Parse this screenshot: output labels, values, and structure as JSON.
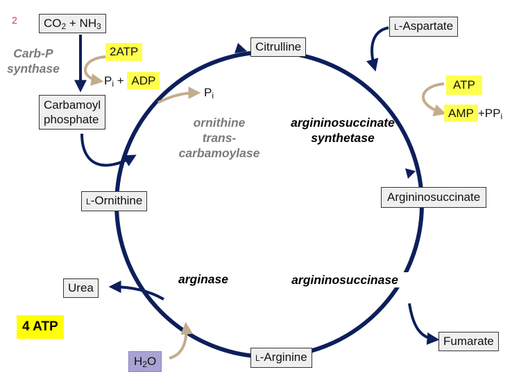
{
  "slide_number": "2",
  "metabolites": {
    "co2_nh3": {
      "co2": "CO",
      "co2_sub": "2",
      "plus": " + NH",
      "nh3_sub": "3"
    },
    "carbamoyl_phosphate": {
      "line1": "Carbamoyl",
      "line2": "phosphate"
    },
    "citrulline": "Citrulline",
    "l_aspartate": {
      "prefix": "L",
      "name": "-Aspartate"
    },
    "argininosuccinate": "Argininosuccinate",
    "fumarate": "Fumarate",
    "l_arginine": {
      "prefix": "L",
      "name": "-Arginine"
    },
    "urea": "Urea",
    "l_ornithine": {
      "prefix": "L",
      "name": "-Ornithine"
    },
    "water": {
      "h": "H",
      "sub": "2",
      "o": "O"
    }
  },
  "cofactors": {
    "two_atp": "2ATP",
    "pi_adp": {
      "p": "P",
      "sub": "i",
      "plus": " + ",
      "adp": "ADP"
    },
    "pi_otc": {
      "p": "P",
      "sub": "i"
    },
    "atp": "ATP",
    "amp": "AMP",
    "ppi": {
      "text": "+PP",
      "sub": "i"
    }
  },
  "enzymes": {
    "carb_p_synthase": {
      "line1": "Carb-P",
      "line2": "synthase"
    },
    "ornithine_transcarbamoylase": {
      "line1": "ornithine",
      "line2": "trans-",
      "line3": "carbamoylase"
    },
    "argininosuccinate_synthetase": {
      "line1": "argininosuccinate",
      "line2": "synthetase"
    },
    "arginase": "arginase",
    "argininosuccinase": "argininosuccinase"
  },
  "total_atp": "4 ATP",
  "colors": {
    "cycle": "#0d1f5c",
    "side_arrow": "#c4ad8c",
    "highlight": "#ffff4d",
    "total_highlight": "#ffff00",
    "water_box": "#a9a3d3",
    "box_fill": "#efefef",
    "enzyme_gray": "#7a7a7a"
  }
}
